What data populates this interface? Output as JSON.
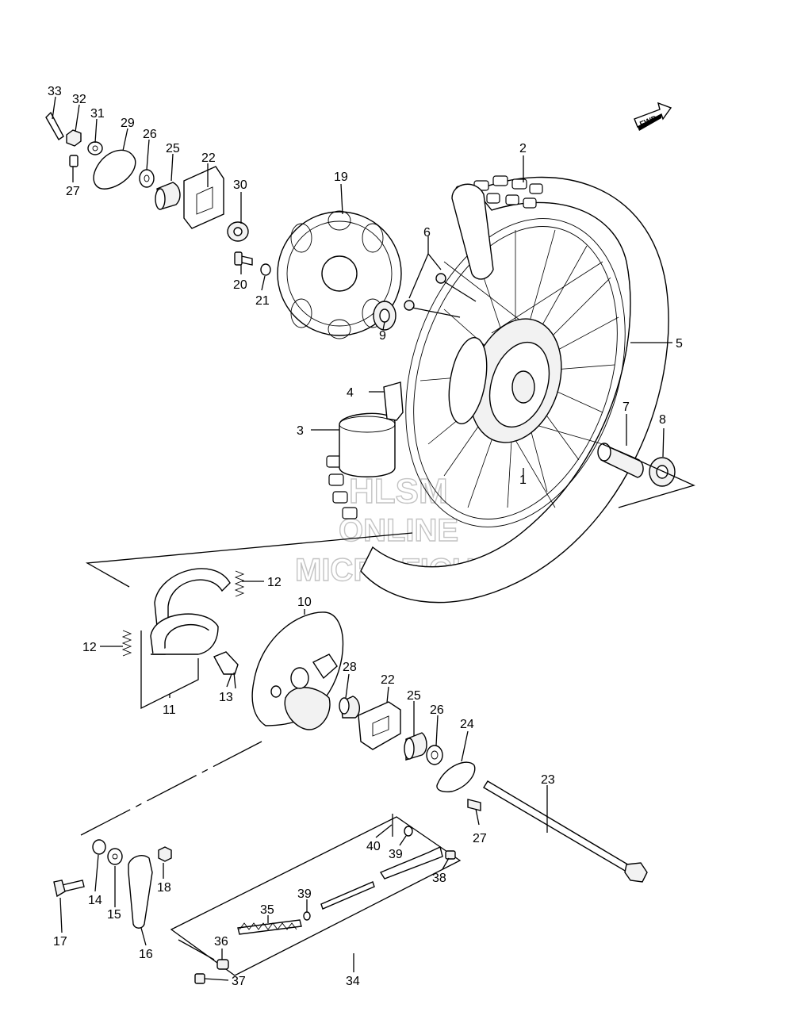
{
  "callouts": {
    "p33": "33",
    "p32": "32",
    "p31": "31",
    "p29": "29",
    "p26a": "26",
    "p25a": "25",
    "p22a": "22",
    "p27a": "27",
    "p30": "30",
    "p20": "20",
    "p21": "21",
    "p19": "19",
    "p9": "9",
    "p2": "2",
    "p6": "6",
    "p5": "5",
    "p4": "4",
    "p3": "3",
    "p7": "7",
    "p8": "8",
    "p1": "1",
    "p12a": "12",
    "p12b": "12",
    "p10": "10",
    "p11": "11",
    "p13": "13",
    "p28": "28",
    "p22b": "22",
    "p25b": "25",
    "p26b": "26",
    "p24": "24",
    "p23": "23",
    "p27b": "27",
    "p40": "40",
    "p39a": "39",
    "p38": "38",
    "p39b": "39",
    "p35": "35",
    "p36": "36",
    "p37": "37",
    "p34": "34",
    "p14": "14",
    "p15": "15",
    "p18": "18",
    "p17": "17",
    "p16": "16"
  },
  "fwd_label": "FWD",
  "watermark": {
    "line1": "HLSM",
    "line2": "ONLINE",
    "line3": "MICROFICHE"
  }
}
